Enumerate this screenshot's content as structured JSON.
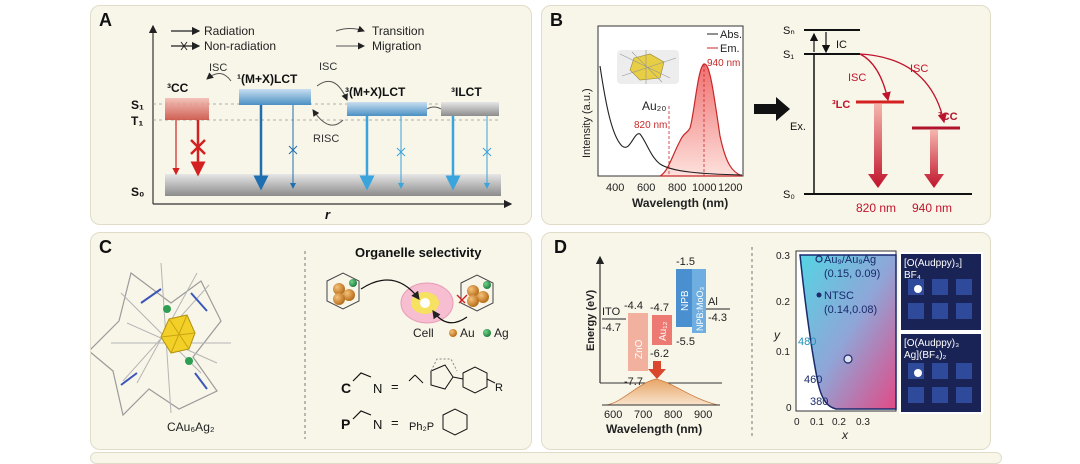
{
  "panel_a": {
    "letter": "A",
    "legend": {
      "radiation": "Radiation",
      "non_radiation": "Non-radiation",
      "transition": "Transition",
      "migration": "Migration"
    },
    "states": {
      "cc": "³CC",
      "mxlct1": "¹(M+X)LCT",
      "mxlct3": "³(M+X)LCT",
      "ilct": "³ILCT"
    },
    "levels": {
      "s1": "S₁",
      "t1": "T₁",
      "s0": "S₀"
    },
    "processes": {
      "isc_left": "ISC",
      "isc_right": "ISC",
      "risc": "RISC"
    },
    "axis_label": "r"
  },
  "panel_b": {
    "letter": "B",
    "legend": {
      "abs": "Abs.",
      "em": "Em."
    },
    "peaks": {
      "p940": "940 nm",
      "p820": "820 nm"
    },
    "cluster": "Au₂₀",
    "ylabel": "Intensity (a.u.)",
    "xlabel": "Wavelength (nm)",
    "xticks": [
      "400",
      "600",
      "800",
      "1000",
      "1200"
    ],
    "jab": {
      "sn": "Sₙ",
      "s1": "S₁",
      "ic": "IC",
      "isc1": "ISC",
      "isc2": "ISC",
      "lc": "³LC",
      "cc": "³CC",
      "ex": "Ex.",
      "s0": "S₀",
      "nm820": "820 nm",
      "nm940": "940 nm"
    }
  },
  "panel_c": {
    "letter": "C",
    "title": "Organelle selectivity",
    "molecule": "CAu₆Ag₂",
    "cell": "Cell",
    "au": "Au",
    "ag": "Ag",
    "ligand_c": "C",
    "ligand_p": "P",
    "ligand_n1": "N",
    "ligand_n2": "N",
    "eq": "=",
    "ph2p": "Ph₂P",
    "r": "R"
  },
  "panel_d": {
    "letter": "D",
    "ylabel": "Energy (eV)",
    "layers": {
      "ito": "ITO",
      "ito_v": "-4.7",
      "zno": "ZnO",
      "zno_top": "-4.4",
      "zno_bot": "-7.7",
      "au": "Au₁₂",
      "au_top": "-4.7",
      "au_bot": "-6.2",
      "npb": "NPB",
      "npb_top": "-1.5",
      "npbmoo": "NPB:MoO₃",
      "npbmoo_bot": "-5.5",
      "al": "Al",
      "al_v": "-4.3"
    },
    "xlabel": "Wavelength (nm)",
    "xticks": [
      "600",
      "700",
      "800",
      "900"
    ],
    "cie": {
      "legend1": "Au₉/Au₉Ag",
      "legend1_val": "(0.15, 0.09)",
      "legend2": "NTSC",
      "legend2_val": "(0.14,0.08)",
      "w480": "480",
      "w460": "460",
      "w380": "380",
      "ylabel": "y",
      "xlabel": "x",
      "yticks": [
        "0.3",
        "0.2",
        "0.1",
        "0"
      ],
      "xticks": [
        "0",
        "0.1",
        "0.2",
        "0.3"
      ]
    },
    "img1": {
      "line1": "[O(Audppy)₃]",
      "line2": "BF₄"
    },
    "img2": {
      "line1": "[O(Audppy)₃",
      "line2": "Ag](BF₄)₂"
    }
  }
}
